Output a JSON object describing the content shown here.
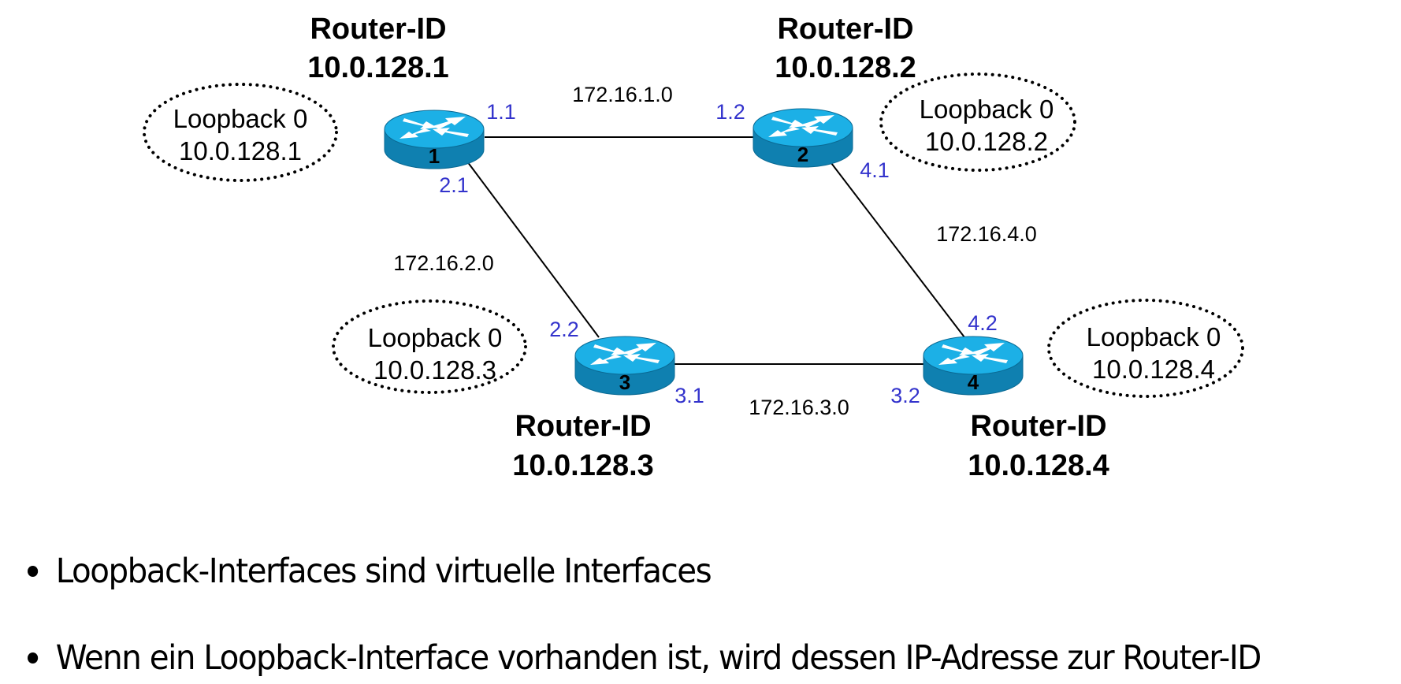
{
  "diagram": {
    "title": "OSPF Router-ID mit Loopback-Interfaces",
    "router_id_label": "Router-ID",
    "routers": [
      {
        "number": "1",
        "router_id": "10.0.128.1",
        "loopback_name": "Loopback 0",
        "loopback_ip": "10.0.128.1"
      },
      {
        "number": "2",
        "router_id": "10.0.128.2",
        "loopback_name": "Loopback 0",
        "loopback_ip": "10.0.128.2"
      },
      {
        "number": "3",
        "router_id": "10.0.128.3",
        "loopback_name": "Loopback 0",
        "loopback_ip": "10.0.128.3"
      },
      {
        "number": "4",
        "router_id": "10.0.128.4",
        "loopback_name": "Loopback 0",
        "loopback_ip": "10.0.128.4"
      }
    ],
    "links": [
      {
        "network": "172.16.1.0",
        "from_router": "1",
        "to_router": "2",
        "from_if": "1.1",
        "to_if": "1.2"
      },
      {
        "network": "172.16.2.0",
        "from_router": "1",
        "to_router": "3",
        "from_if": "2.1",
        "to_if": "2.2"
      },
      {
        "network": "172.16.3.0",
        "from_router": "3",
        "to_router": "4",
        "from_if": "3.1",
        "to_if": "3.2"
      },
      {
        "network": "172.16.4.0",
        "from_router": "2",
        "to_router": "4",
        "from_if": "4.1",
        "to_if": "4.2"
      }
    ],
    "colors": {
      "interface_label": "#3333cc",
      "router_top": "#1cb0e6",
      "router_side": "#0f80b0",
      "text": "#000000"
    }
  },
  "bullets": [
    "Loopback-Interfaces sind virtuelle Interfaces",
    "Wenn ein Loopback-Interface vorhanden ist, wird dessen IP-Adresse zur Router-ID"
  ]
}
